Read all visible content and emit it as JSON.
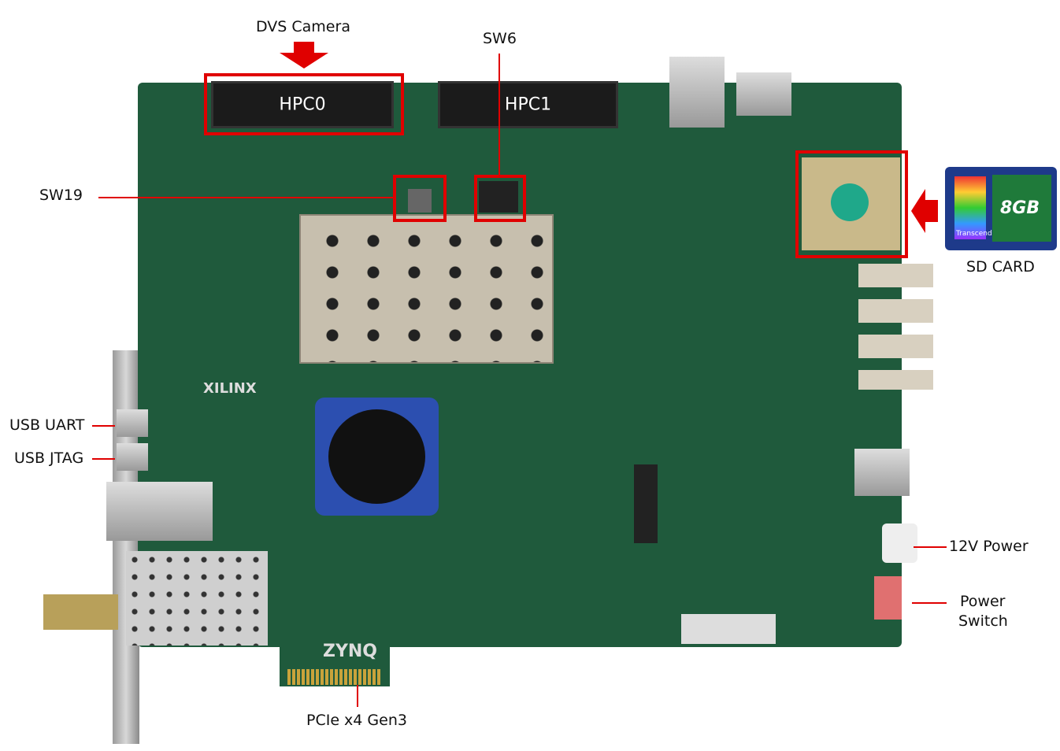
{
  "labels": {
    "dvs_camera": "DVS Camera",
    "hpc0": "HPC0",
    "hpc1": "HPC1",
    "sw6": "SW6",
    "sw19": "SW19",
    "sd_card": "SD CARD",
    "usb_uart": "USB UART",
    "usb_jtag": "USB JTAG",
    "power_12v": "12V Power",
    "power_switch_line1": "Power",
    "power_switch_line2": "Switch",
    "pcie": "PCIe x4 Gen3",
    "board_brand": "XILINX",
    "board_chip": "ZYNQ",
    "sd_brand": "Transcend",
    "sd_capacity": "8GB"
  },
  "colors": {
    "highlight": "#e00000",
    "board": "#1f5a3c"
  }
}
